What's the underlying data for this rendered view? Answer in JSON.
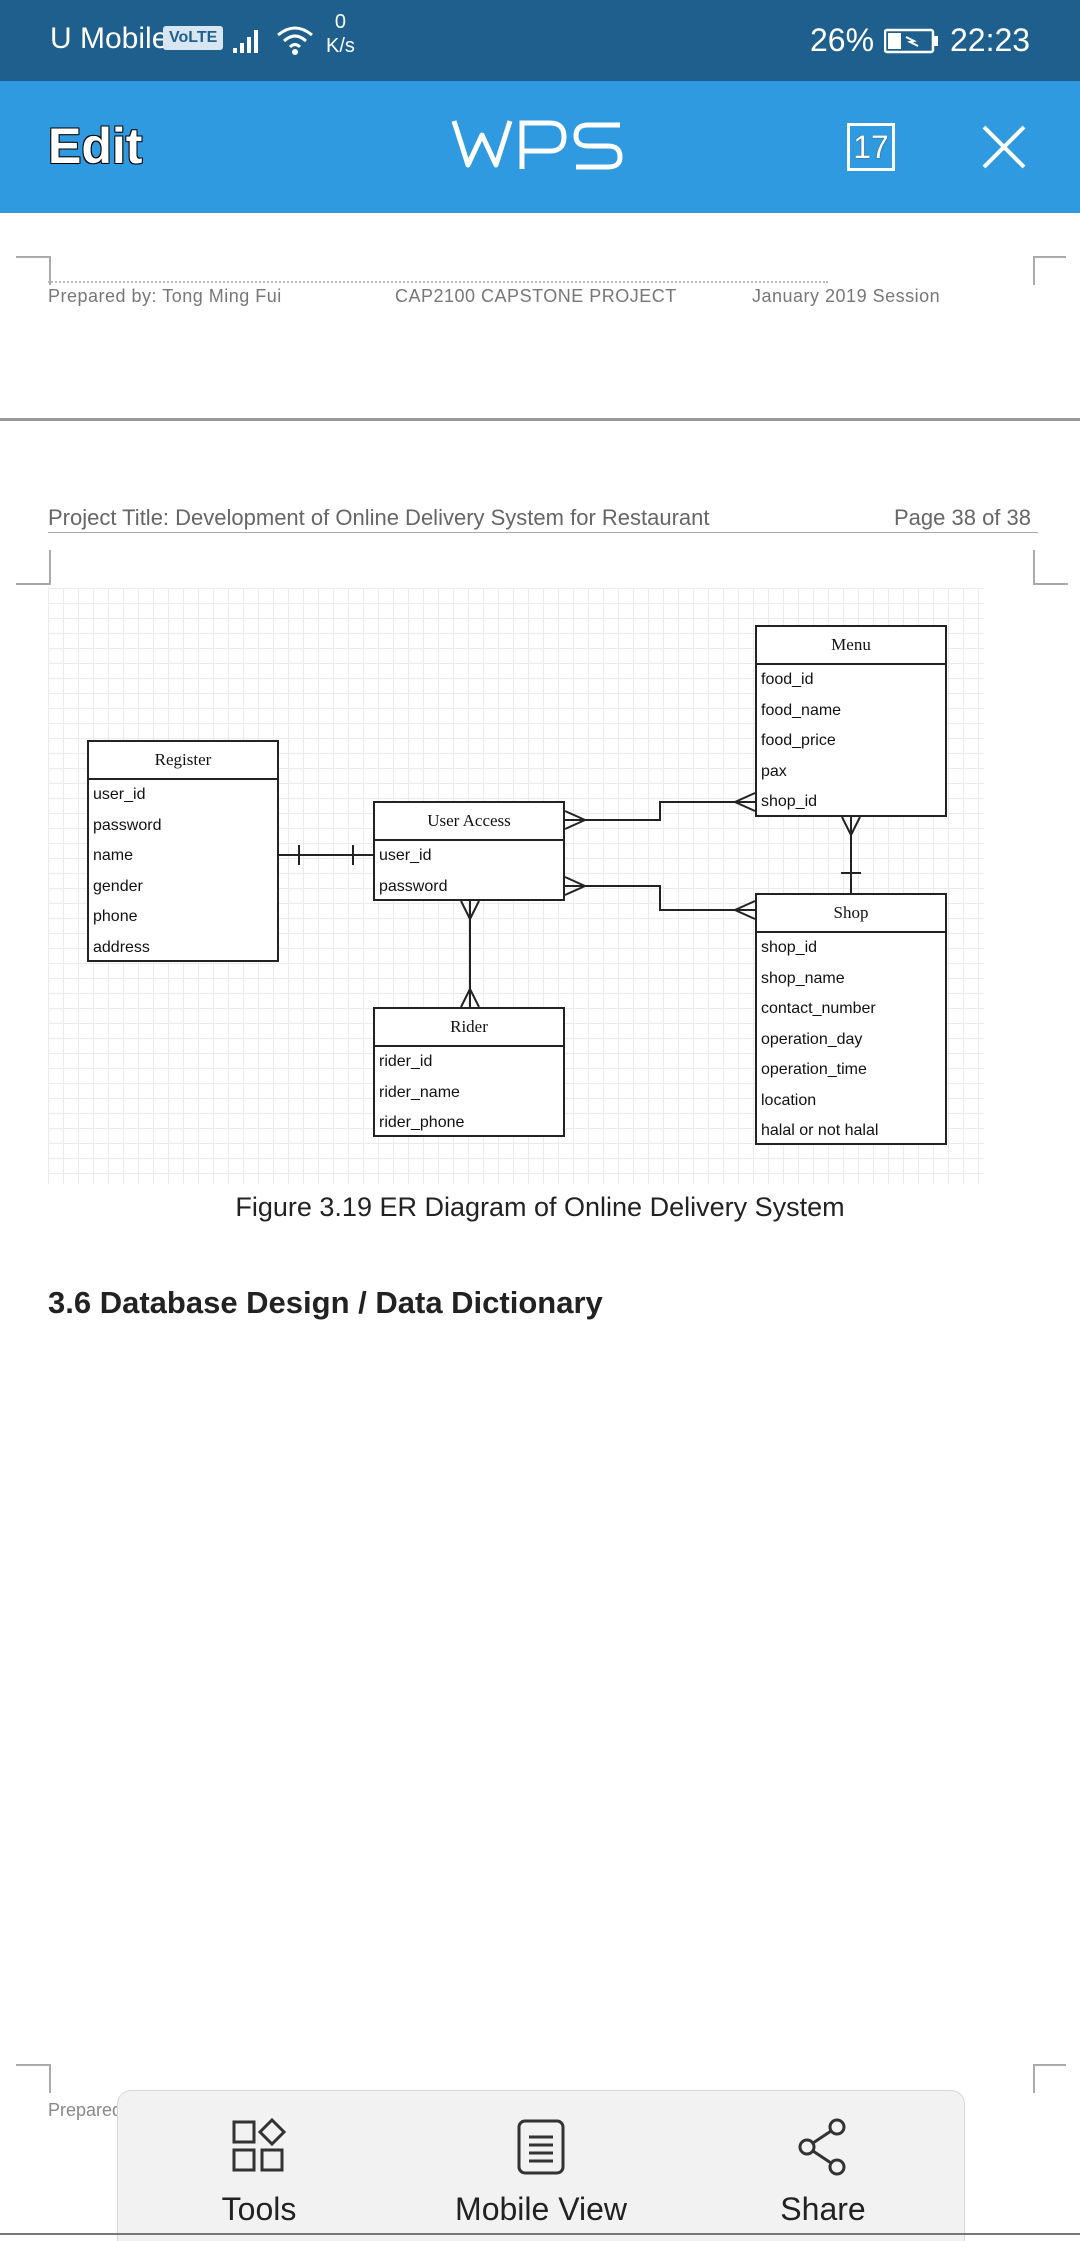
{
  "status_bar": {
    "carrier": "U Mobile",
    "network_badge": "VoLTE",
    "speed_value": "0",
    "speed_unit": "K/s",
    "battery": "26%",
    "time": "22:23"
  },
  "toolbar": {
    "edit_label": "Edit",
    "app_logo": "WPS",
    "page_count_badge": "17"
  },
  "document": {
    "prev_footer_left": "Prepared by: Tong Ming Fui",
    "prev_footer_center": "CAP2100 CAPSTONE PROJECT",
    "prev_footer_right": "January 2019 Session",
    "header_title": "Project Title: Development of Online Delivery System for Restaurant",
    "header_page": "Page 38 of 38",
    "figure_caption": "Figure 3.19 ER Diagram of Online Delivery System",
    "section_heading": "3.6 Database Design / Data Dictionary",
    "footer_partial": "Prepared"
  },
  "diagram": {
    "entities": [
      {
        "name": "Register",
        "attributes": [
          "user_id",
          "password",
          "name",
          "gender",
          "phone",
          "address"
        ]
      },
      {
        "name": "User Access",
        "attributes": [
          "user_id",
          "password"
        ]
      },
      {
        "name": "Rider",
        "attributes": [
          "rider_id",
          "rider_name",
          "rider_phone"
        ]
      },
      {
        "name": "Menu",
        "attributes": [
          "food_id",
          "food_name",
          "food_price",
          "pax",
          "shop_id"
        ]
      },
      {
        "name": "Shop",
        "attributes": [
          "shop_id",
          "shop_name",
          "contact_number",
          "operation_day",
          "operation_time",
          "location",
          "halal or not halal"
        ]
      }
    ]
  },
  "bottom_sheet": {
    "tools_label": "Tools",
    "mobile_view_label": "Mobile View",
    "share_label": "Share"
  }
}
